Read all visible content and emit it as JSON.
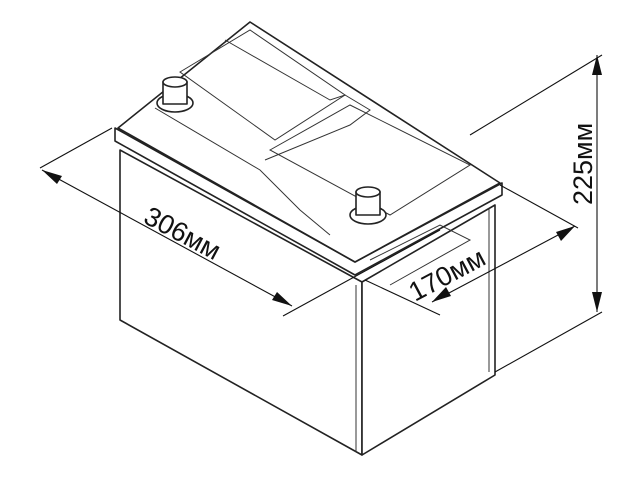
{
  "dimensions": {
    "length": "306мм",
    "width": "170мм",
    "height": "225мм"
  },
  "colors": {
    "line": "#222222",
    "background": "#ffffff"
  }
}
